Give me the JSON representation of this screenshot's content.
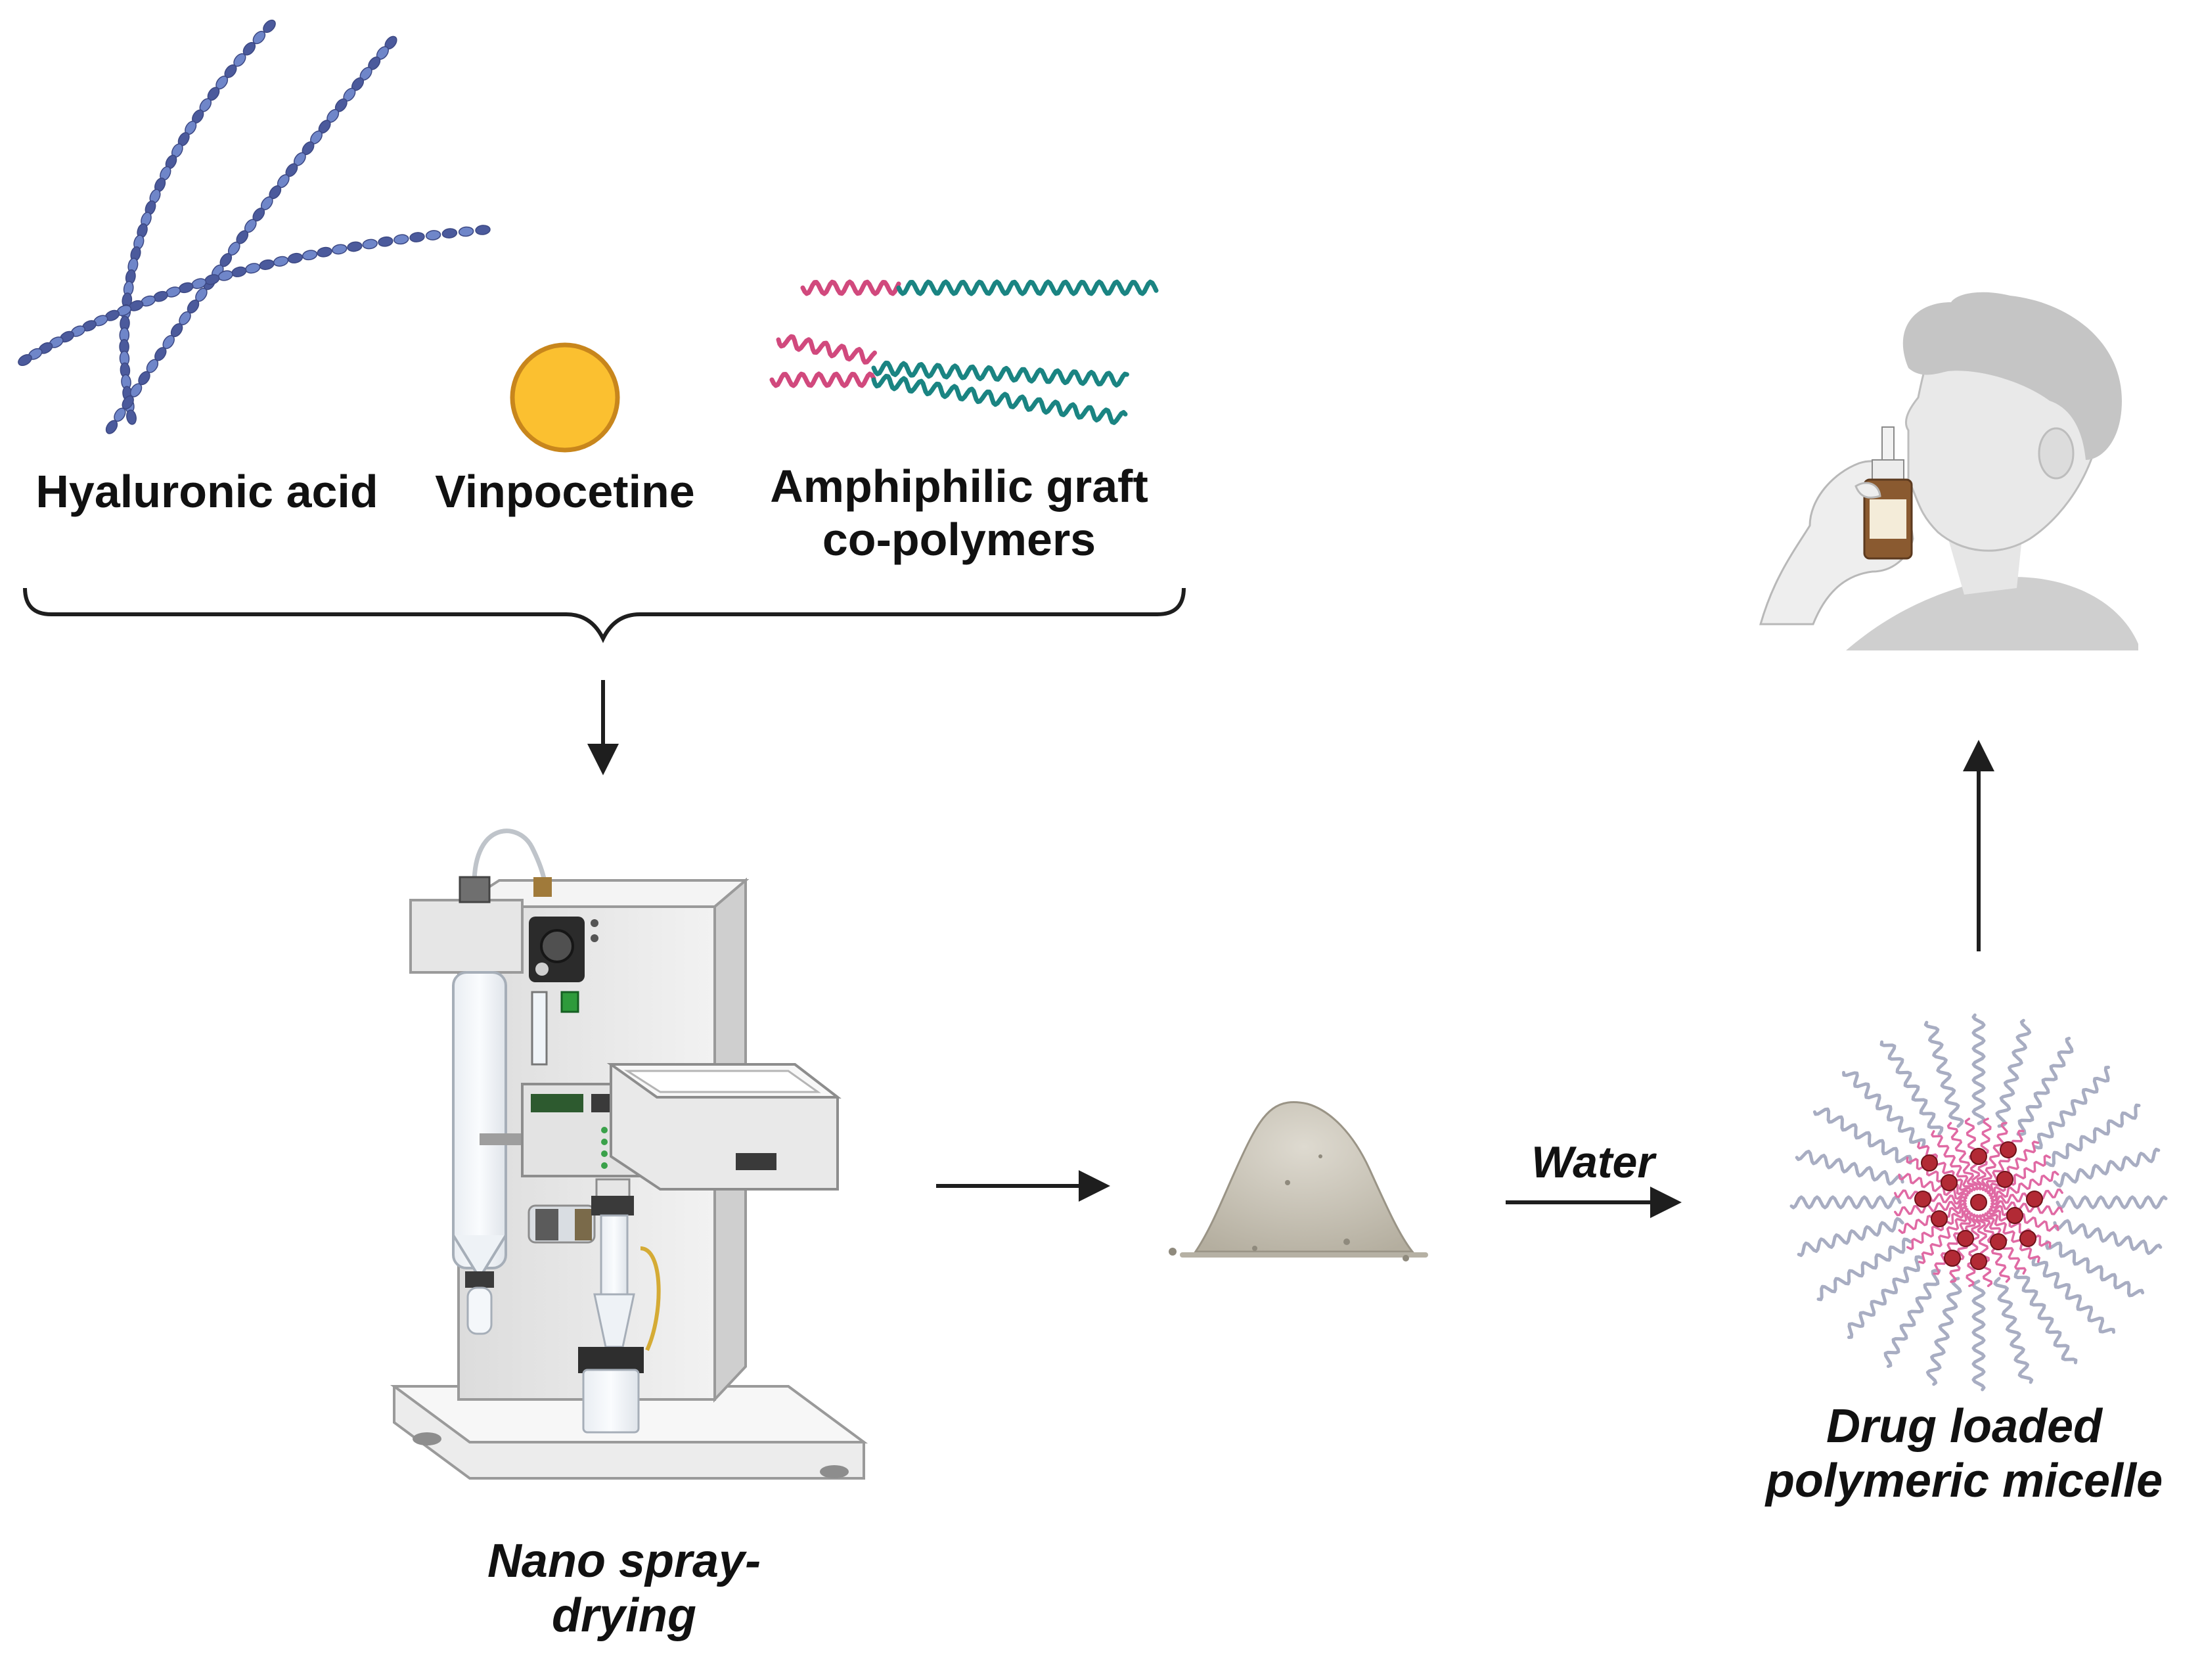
{
  "ingredients": {
    "hyaluronic_acid": "Hyaluronic acid",
    "vinpocetine": "Vinpocetine",
    "copolymer_line1": "Amphiphilic graft",
    "copolymer_line2": "co-polymers"
  },
  "steps": {
    "spray_line1": "Nano spray-",
    "spray_line2": "drying",
    "water": "Water",
    "micelle_line1": "Drug loaded",
    "micelle_line2": "polymeric micelle"
  },
  "colors": {
    "ha_bead": "#6f86c9",
    "ha_bead_dark": "#4b5a9c",
    "vinpocetine_fill": "#fbc030",
    "vinpocetine_stroke": "#c8861c",
    "hydrophilic_chain": "#d1497d",
    "hydrophobic_chain": "#1a8482",
    "micelle_shell": "#a8adc2",
    "micelle_core": "#e06aa4",
    "drug_dot": "#b22a35",
    "powder": "#c8c3b6",
    "arrow": "#1e1e1e",
    "person": "#c7c7c7"
  },
  "icons": [
    "hyaluronic-acid-chains-icon",
    "vinpocetine-molecule-icon",
    "graft-copolymer-icon",
    "spray-dryer-icon",
    "powder-pile-icon",
    "polymeric-micelle-icon",
    "nasal-spray-person-icon"
  ]
}
